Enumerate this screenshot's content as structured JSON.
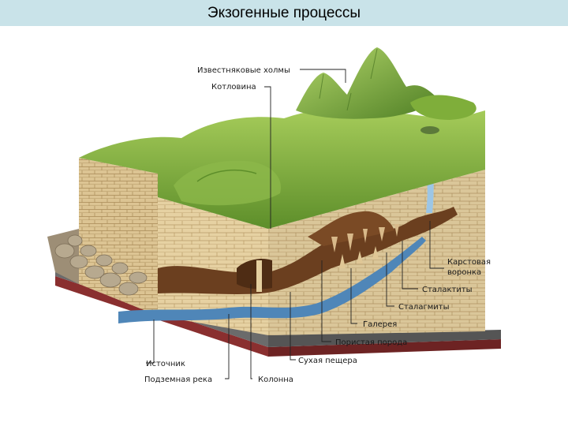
{
  "slide": {
    "title": "Экзогенные процессы"
  },
  "labels": {
    "limestone_hills": "Известняковые холмы",
    "basin": "Котловина",
    "karst_funnel_line1": "Карстовая",
    "karst_funnel_line2": "воронка",
    "stalactites": "Сталактиты",
    "stalagmites": "Сталагмиты",
    "gallery": "Галерея",
    "porous_rock": "Пористая порода",
    "dry_cave": "Сухая пещера",
    "spring": "Источник",
    "underground_river": "Подземная река",
    "column": "Колонна"
  },
  "colors": {
    "title_bar": "#c9e3e9",
    "grass": "#7fae3a",
    "limestone": "#e3cd9e",
    "water": "#4f86b8",
    "cave": "#6b3f1f"
  }
}
